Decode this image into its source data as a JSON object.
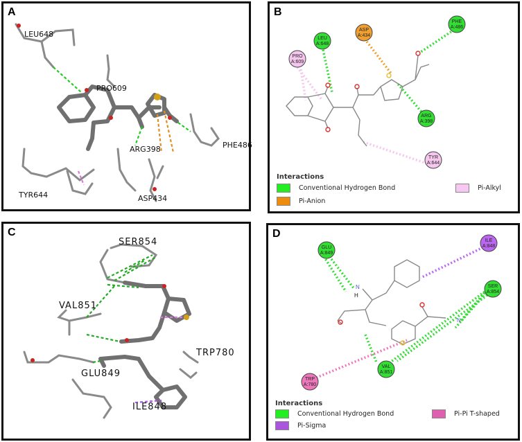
{
  "panels": {
    "a": {
      "letter": "A",
      "residues": {
        "leu648": "LEU648",
        "pro609": "PRO609",
        "arg398": "ARG398",
        "phe486": "PHE486",
        "tyr644": "TYR644",
        "asp434": "ASP434"
      }
    },
    "b": {
      "letter": "B",
      "nodes": {
        "leu648": {
          "name": "LEU",
          "id": "A:648",
          "color": "#33dd33"
        },
        "asp434": {
          "name": "ASP",
          "id": "A:434",
          "color": "#f0a030"
        },
        "phe486": {
          "name": "PHE",
          "id": "A:486",
          "color": "#33dd33"
        },
        "pro609": {
          "name": "PRO",
          "id": "A:609",
          "color": "#f5c6ee"
        },
        "arg398": {
          "name": "ARG",
          "id": "A:398",
          "color": "#33dd33"
        },
        "tyr644": {
          "name": "TYR",
          "id": "A:644",
          "color": "#f5c6ee"
        }
      },
      "legend": {
        "title": "Interactions",
        "items": [
          {
            "label": "Conventional Hydrogen Bond",
            "color": "#22ee22"
          },
          {
            "label": "Pi-Anion",
            "color": "#ee8c10"
          },
          {
            "label": "Pi-Alkyl",
            "color": "#f7c8f2"
          }
        ]
      }
    },
    "c": {
      "letter": "C",
      "residues": {
        "ser854": "SER854",
        "val851": "VAL851",
        "trp780": "TRP780",
        "glu849": "GLU849",
        "ile848": "ILE848"
      }
    },
    "d": {
      "letter": "D",
      "nodes": {
        "glu849": {
          "name": "GLU",
          "id": "A:849",
          "color": "#33dd33"
        },
        "ile848": {
          "name": "ILE",
          "id": "A:848",
          "color": "#bb66ee"
        },
        "ser854": {
          "name": "SER",
          "id": "A:854",
          "color": "#33dd33"
        },
        "val851": {
          "name": "VAL",
          "id": "A:851",
          "color": "#33dd33"
        },
        "trp780": {
          "name": "TRP",
          "id": "A:780",
          "color": "#ee77bb"
        }
      },
      "atoms": {
        "h": "H",
        "n": "N",
        "nh": "N"
      },
      "legend": {
        "title": "Interactions",
        "items": [
          {
            "label": "Conventional Hydrogen Bond",
            "color": "#22ee22"
          },
          {
            "label": "Pi-Sigma",
            "color": "#aa55dd"
          },
          {
            "label": "Pi-Pi T-shaped",
            "color": "#e060b0"
          }
        ]
      }
    }
  }
}
